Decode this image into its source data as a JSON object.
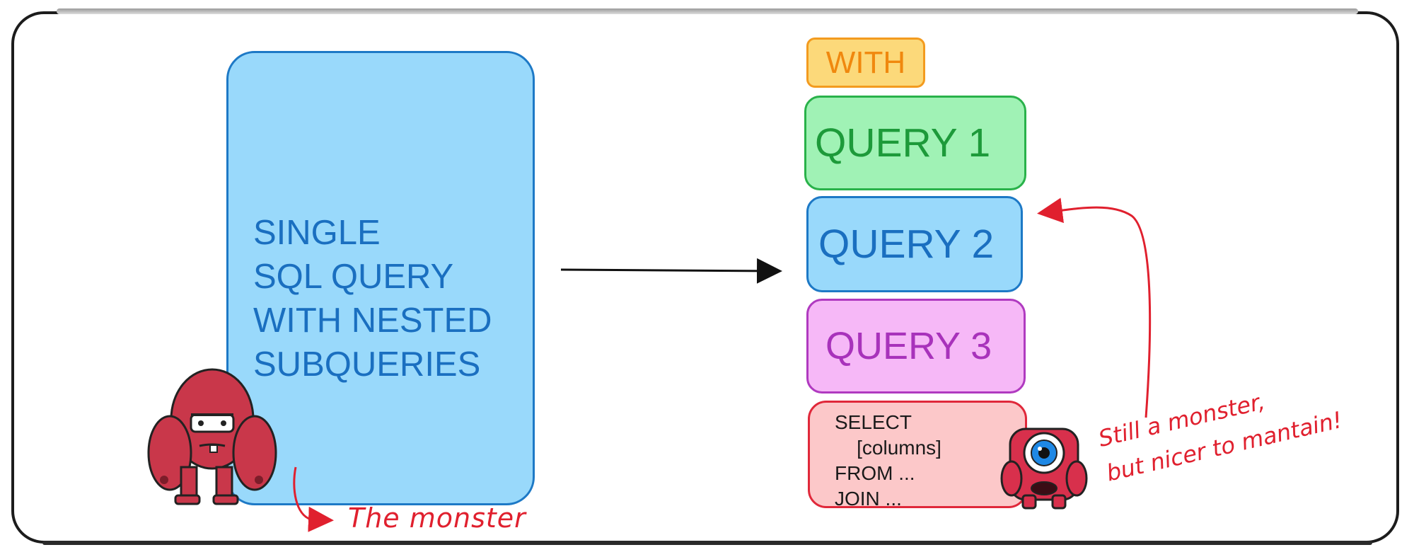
{
  "left_panel": {
    "text": "SINGLE\nSQL QUERY\nWITH NESTED\nSUBQUERIES",
    "note": "The monster",
    "icon": "red-monster-icon"
  },
  "right_panel": {
    "with_label": "WITH",
    "queries": [
      "QUERY 1",
      "QUERY 2",
      "QUERY 3"
    ],
    "select_lines": [
      "SELECT",
      "    [columns]",
      "FROM ...",
      "JOIN ..."
    ],
    "note": "Still a monster,\nbut nicer to mantain!",
    "icon": "one-eyed-monster-icon"
  },
  "colors": {
    "blue_fill": "#99d9fb",
    "blue_stroke": "#1d79c6",
    "green_fill": "#a0f2b5",
    "green_stroke": "#29b24a",
    "purple_fill": "#f6b8f7",
    "purple_stroke": "#b03ac0",
    "red_fill": "#fcc8c9",
    "red_stroke": "#e0283a",
    "orange_fill": "#fcd97a",
    "orange_stroke": "#f39b1f",
    "annotation": "#e0202e"
  }
}
